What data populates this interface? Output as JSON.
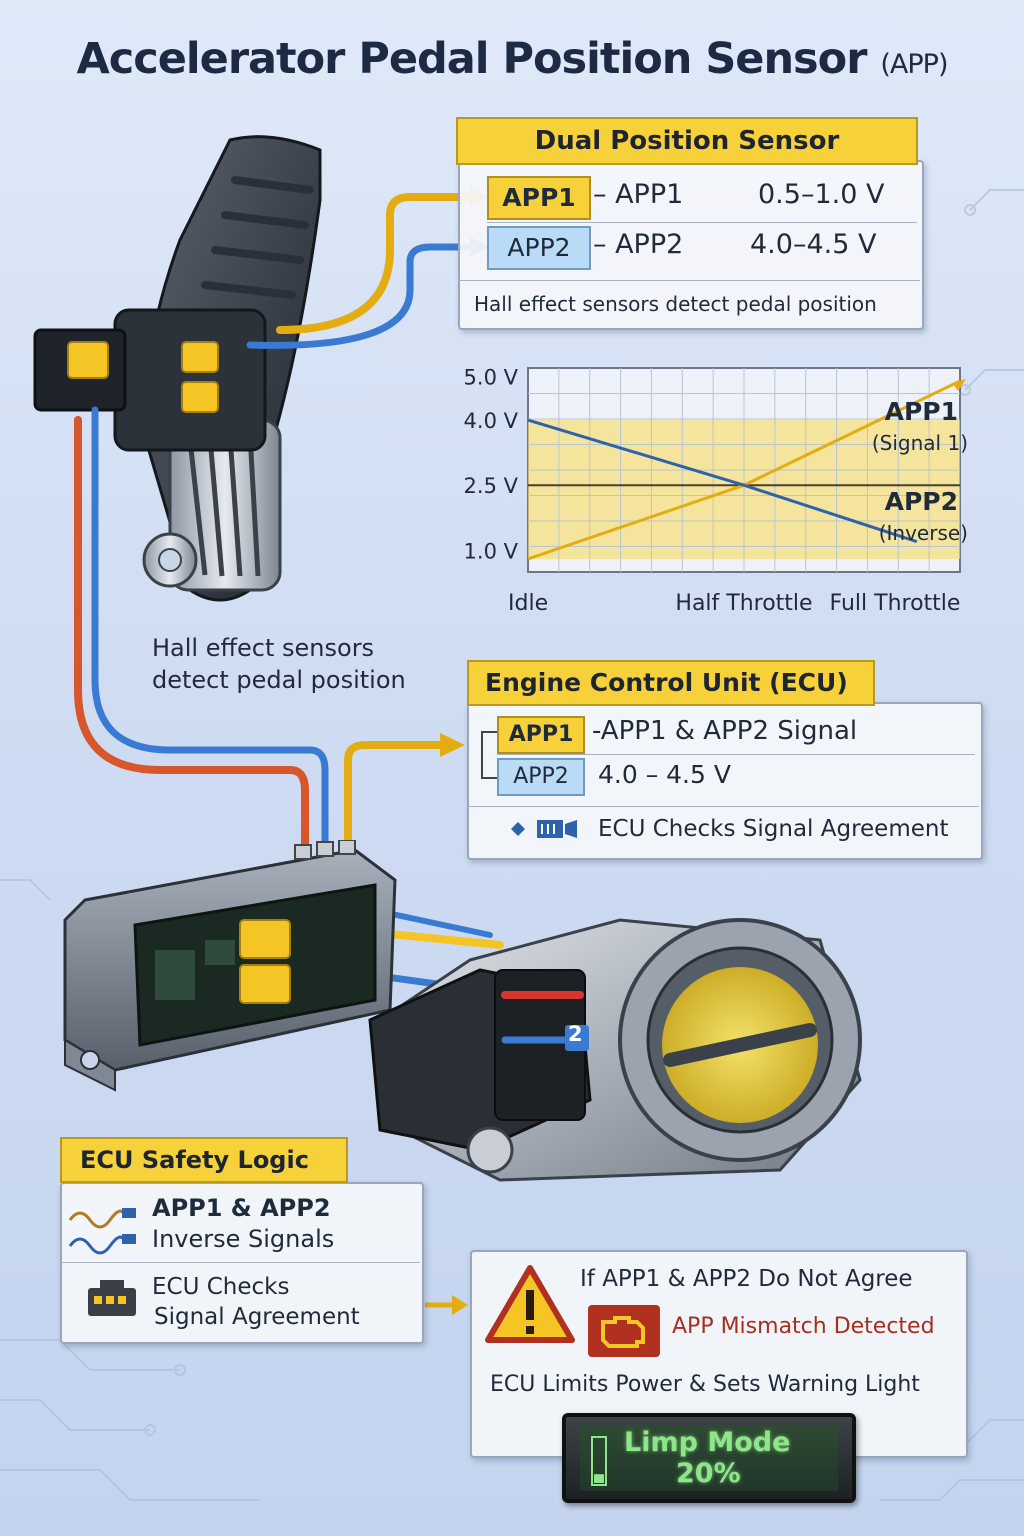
{
  "title": {
    "main": "Accelerator Pedal Position Sensor",
    "suffix": "(APP)"
  },
  "dual_sensor": {
    "heading": "Dual Position Sensor",
    "rows": [
      {
        "tag": "APP1",
        "label": "– APP1",
        "voltage": "0.5–1.0 V"
      },
      {
        "tag": "APP2",
        "label": "– APP2",
        "voltage": "4.0–4.5 V"
      }
    ],
    "note": "Hall effect sensors detect pedal position"
  },
  "pedal_caption": {
    "line1": "Hall effect sensors",
    "line2": "detect pedal position"
  },
  "chart_data": {
    "type": "line",
    "categories": [
      "Idle",
      "Half Throttle",
      "Full Throttle"
    ],
    "y_tick_labels": [
      "5.0 V",
      "4.0 V",
      "2.5 V",
      "1.0 V"
    ],
    "y_ticks": [
      5.0,
      4.0,
      2.5,
      1.0
    ],
    "ylim": [
      0.5,
      5.2
    ],
    "grid": true,
    "legend": "right",
    "series": [
      {
        "name": "APP1",
        "subtitle": "(Signal 1)",
        "color": "#e3ad12",
        "x": [
          0,
          0.5,
          1.0
        ],
        "y": [
          0.8,
          2.5,
          4.9
        ]
      },
      {
        "name": "APP2",
        "subtitle": "(Inverse)",
        "color": "#2f62ac",
        "x": [
          0,
          0.5,
          0.9
        ],
        "y": [
          4.0,
          2.5,
          1.2
        ]
      }
    ]
  },
  "ecu_panel": {
    "heading": "Engine Control Unit (ECU)",
    "rows": [
      {
        "tag": "APP1",
        "text": "-APP1  &  APP2 Signal"
      },
      {
        "tag": "APP2",
        "text": "4.0 – 4.5 V"
      }
    ],
    "check": "ECU Checks Signal Agreement"
  },
  "safety": {
    "heading": "ECU Safety Logic",
    "line1": "APP1 & APP2",
    "line2": "Inverse Signals",
    "check1": "ECU Checks",
    "check2": "Signal Agreement"
  },
  "warning": {
    "title": "If APP1 & APP2 Do Not Agree",
    "mismatch": "APP Mismatch Detected",
    "action": "ECU Limits Power & Sets Warning Light"
  },
  "limp": {
    "mode": "Limp Mode",
    "percent": "20%",
    "level": 0.2
  },
  "throttle_label": "2",
  "colors": {
    "accent_yellow": "#f6d13a",
    "signal_yellow": "#e3ad12",
    "signal_blue": "#2f62ac",
    "wire_red": "#d8562c",
    "warning_red": "#b0311f"
  }
}
